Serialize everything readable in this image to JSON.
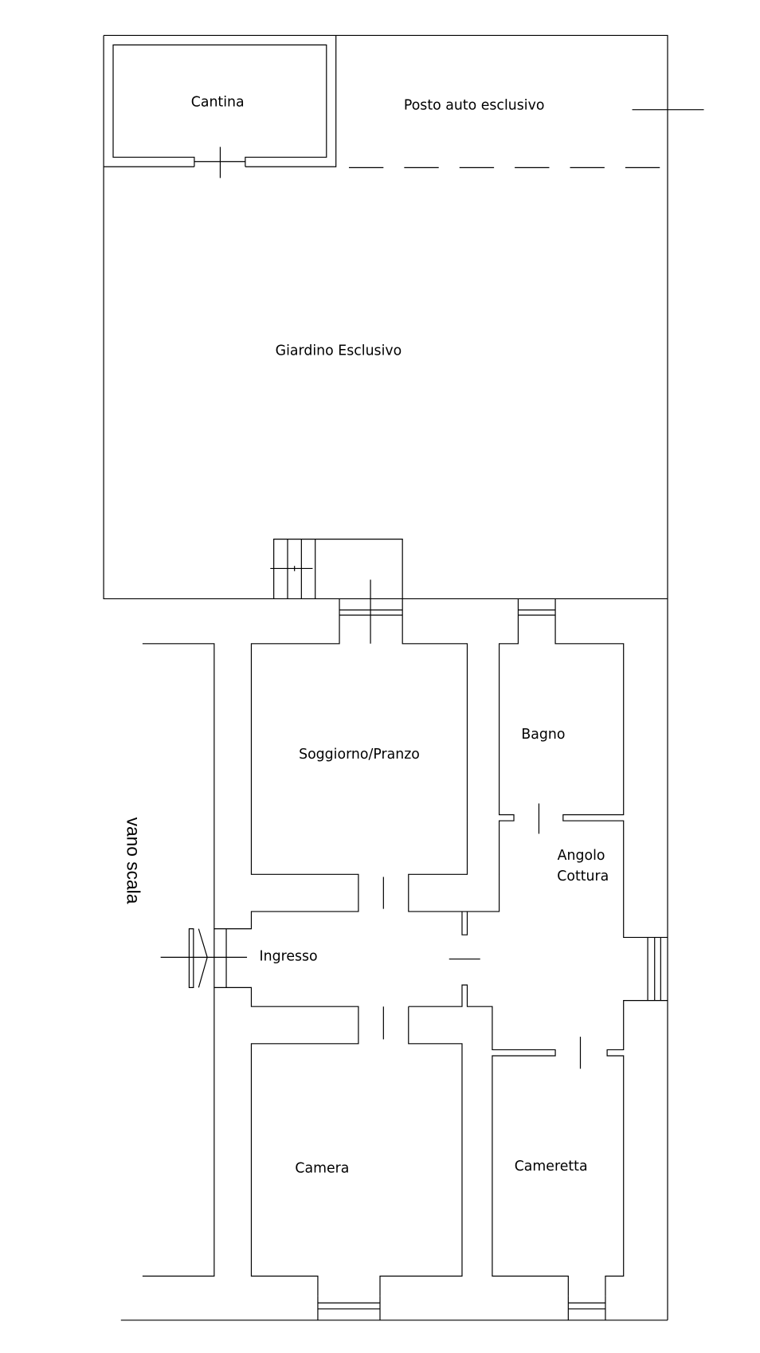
{
  "rooms": {
    "cantina": "Cantina",
    "posto_auto": "Posto auto esclusivo",
    "giardino": "Giardino Esclusivo",
    "soggiorno": "Soggiorno/Pranzo",
    "bagno": "Bagno",
    "angolo_cottura_1": "Angolo",
    "angolo_cottura_2": "Cottura",
    "ingresso": "Ingresso",
    "camera": "Camera",
    "cameretta": "Cameretta",
    "vano_scala": "vano scala"
  }
}
